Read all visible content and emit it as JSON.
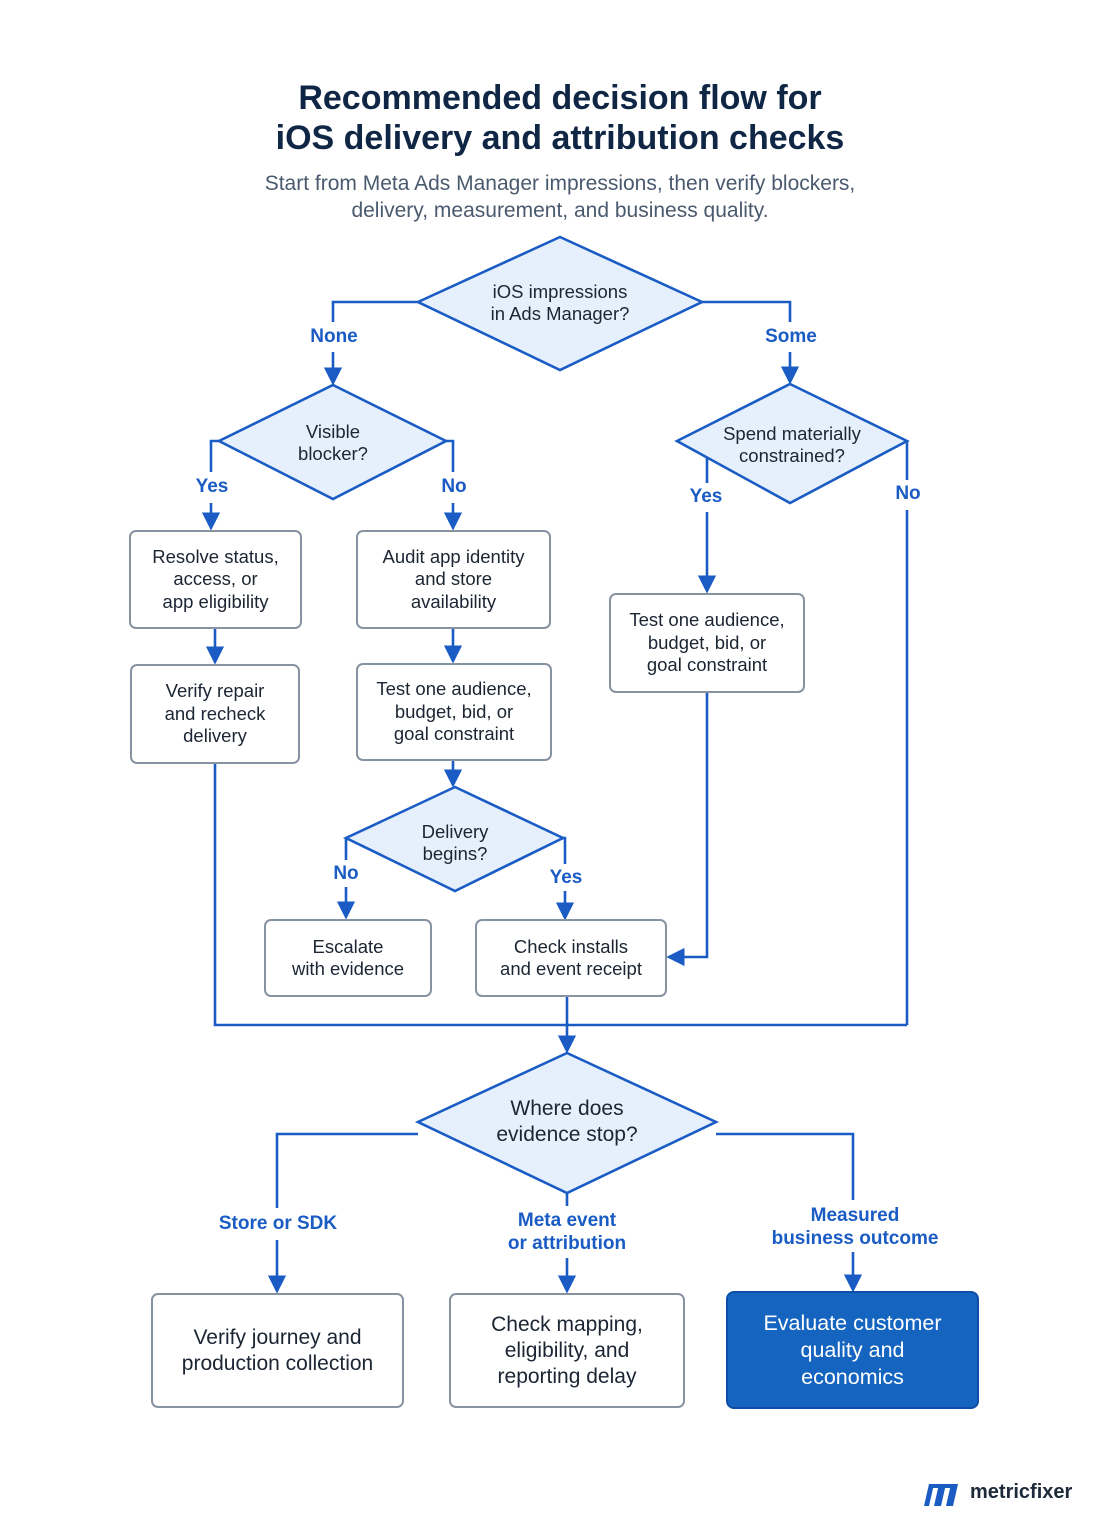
{
  "title": [
    "Recommended decision flow for",
    "iOS delivery and attribution checks"
  ],
  "subtitle": [
    "Start from Meta Ads Manager impressions, then verify blockers,",
    "delivery, measurement, and business quality."
  ],
  "colors": {
    "accent": "#1a5cc4",
    "diamond_fill": "#e6f0fd",
    "highlight": "#1565c0",
    "box_border": "#8893a1"
  },
  "decisions": {
    "ios_impressions": [
      "iOS impressions",
      "in Ads Manager?"
    ],
    "visible_blocker": [
      "Visible",
      "blocker?"
    ],
    "spend_constrained": [
      "Spend materially",
      "constrained?"
    ],
    "delivery_begins": [
      "Delivery",
      "begins?"
    ],
    "evidence_stop": [
      "Where does",
      "evidence stop?"
    ]
  },
  "steps": {
    "resolve_status": [
      "Resolve status,",
      "access, or",
      "app eligibility"
    ],
    "audit_app": [
      "Audit app identity",
      "and store",
      "availability"
    ],
    "test_constraint_right": [
      "Test one audience,",
      "budget, bid, or",
      "goal constraint"
    ],
    "verify_repair": [
      "Verify repair",
      "and recheck",
      "delivery"
    ],
    "test_constraint_mid": [
      "Test one audience,",
      "budget, bid, or",
      "goal constraint"
    ],
    "escalate": [
      "Escalate",
      "with evidence"
    ],
    "check_installs": [
      "Check installs",
      "and event receipt"
    ],
    "verify_journey": [
      "Verify journey and",
      "production collection"
    ],
    "check_mapping": [
      "Check mapping,",
      "eligibility, and",
      "reporting delay"
    ],
    "evaluate_customer": [
      "Evaluate customer",
      "quality and",
      "economics"
    ]
  },
  "branch_labels": {
    "none": [
      "None"
    ],
    "some": [
      "Some"
    ],
    "blocker_yes": [
      "Yes"
    ],
    "blocker_no": [
      "No"
    ],
    "spend_yes": [
      "Yes"
    ],
    "spend_no": [
      "No"
    ],
    "delivery_no": [
      "No"
    ],
    "delivery_yes": [
      "Yes"
    ],
    "store_sdk": [
      "Store or SDK"
    ],
    "meta_event": [
      "Meta event",
      "or attribution"
    ],
    "measured_outcome": [
      "Measured",
      "business outcome"
    ]
  },
  "brand": {
    "name": "metricfixer",
    "icon": "metricfixer-logo-icon"
  }
}
